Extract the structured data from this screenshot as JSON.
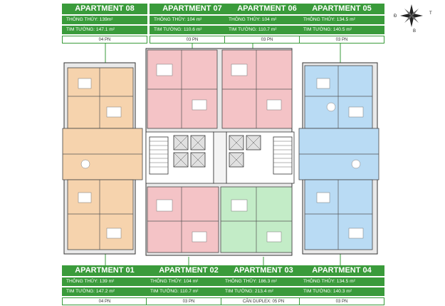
{
  "compass": {
    "north": "B",
    "east": "Đ",
    "west": "T"
  },
  "apartments": [
    {
      "id": "08",
      "title": "APARTMENT 08",
      "thong_thuy": "THÔNG THỦY: 139m²",
      "tim_tuong": "TIM TƯỜNG: 147.1 m²",
      "type": "04 PN",
      "color": "#f6d3ad"
    },
    {
      "id": "07",
      "title": "APARTMENT 07",
      "thong_thuy": "THÔNG THỦY: 104 m²",
      "tim_tuong": "TIM TƯỜNG: 110.6 m²",
      "type": "03 PN",
      "color": "#f4c3c6"
    },
    {
      "id": "06",
      "title": "APARTMENT 06",
      "thong_thuy": "THÔNG THỦY: 104 m²",
      "tim_tuong": "TIM TƯỜNG: 110.7 m²",
      "type": "03 PN",
      "color": "#f4c3c6"
    },
    {
      "id": "05",
      "title": "APARTMENT 05",
      "thong_thuy": "THÔNG THỦY: 134.5 m²",
      "tim_tuong": "TIM TƯỜNG: 140.5 m²",
      "type": "03 PN",
      "color": "#b9dbf4"
    },
    {
      "id": "01",
      "title": "APARTMENT 01",
      "thong_thuy": "THÔNG THỦY: 139 m²",
      "tim_tuong": "TIM TƯỜNG: 147.2 m²",
      "type": "04 PN",
      "color": "#f6d3ad"
    },
    {
      "id": "02",
      "title": "APARTMENT 02",
      "thong_thuy": "THÔNG THỦY: 104 m²",
      "tim_tuong": "TIM TƯỜNG: 110.7 m²",
      "type": "03 PN",
      "color": "#f4c3c6"
    },
    {
      "id": "03",
      "title": "APARTMENT 03",
      "thong_thuy": "THÔNG THỦY: 186.3 m²",
      "tim_tuong": "TIM TƯỜNG: 213.4 m²",
      "type": "CĂN DUPLEX: 05 PN",
      "color": "#c3ecc7"
    },
    {
      "id": "04",
      "title": "APARTMENT 04",
      "thong_thuy": "THÔNG THỦY: 134.5 m²",
      "tim_tuong": "TIM TƯỜNG: 140.3 m²",
      "type": "03 PN",
      "color": "#b9dbf4"
    }
  ]
}
